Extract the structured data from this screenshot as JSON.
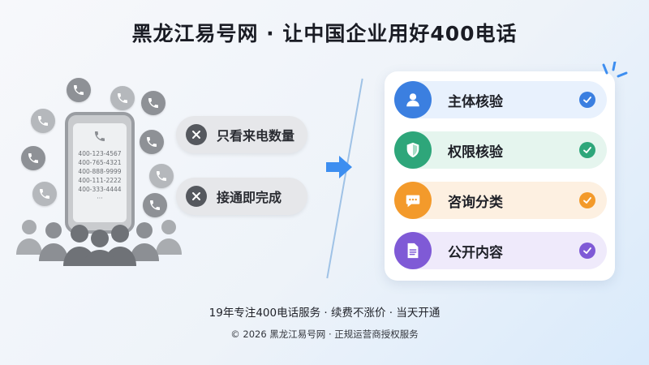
{
  "header": {
    "title": "黑龙江易号网 · 让中国企业用好400电话"
  },
  "phone": {
    "numbers": [
      "400-123-4567",
      "400-765-4321",
      "400-888-9999",
      "400-111-2222",
      "400-333-4444"
    ],
    "more": "···"
  },
  "problems": [
    {
      "label": "只看来电数量",
      "icon": "x-icon"
    },
    {
      "label": "接通即完成",
      "icon": "x-icon"
    }
  ],
  "checklist": [
    {
      "label": "主体核验",
      "icon": "person-icon",
      "color": "#3b7fe0",
      "bg": "#e8f1fd",
      "check_color": "#3b7fe0"
    },
    {
      "label": "权限核验",
      "icon": "shield-icon",
      "color": "#2ea67a",
      "bg": "#e5f5ee",
      "check_color": "#2ea67a"
    },
    {
      "label": "咨询分类",
      "icon": "chat-icon",
      "color": "#f39a2b",
      "bg": "#fdf0e1",
      "check_color": "#f39a2b"
    },
    {
      "label": "公开内容",
      "icon": "document-icon",
      "color": "#7f5ad6",
      "bg": "#efeafb",
      "check_color": "#7f5ad6"
    }
  ],
  "footer": {
    "tagline": "19年专注400电话服务 · 续费不涨价 · 当天开通",
    "copyright": "© 2026 黑龙江易号网 · 正规运营商授权服务"
  }
}
